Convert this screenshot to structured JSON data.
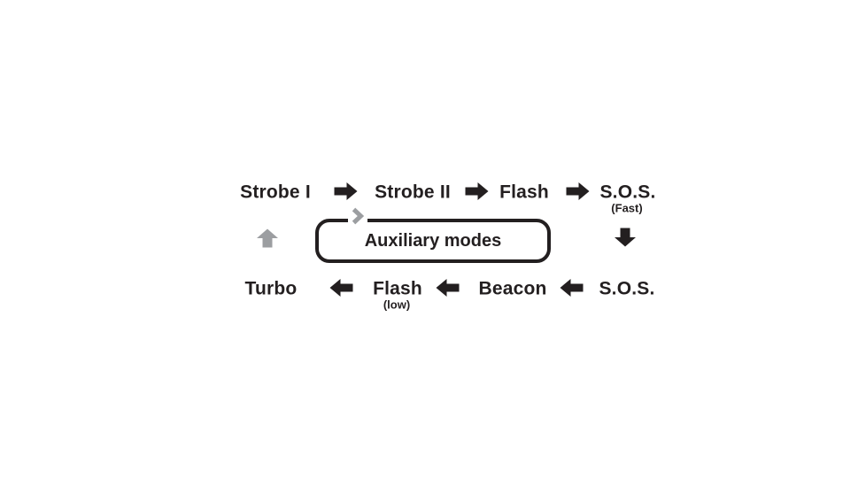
{
  "colors": {
    "ink": "#231f20",
    "gray": "#9c9ea1",
    "background": "#ffffff"
  },
  "aux_box": {
    "label": "Auxiliary modes"
  },
  "top_row": {
    "items": [
      {
        "label": "Strobe I"
      },
      {
        "label": "Strobe II"
      },
      {
        "label": "Flash"
      },
      {
        "label": "S.O.S.",
        "sub": "(Fast)"
      }
    ]
  },
  "bottom_row": {
    "items": [
      {
        "label": "Turbo"
      },
      {
        "label": "Flash",
        "sub": "(low)"
      },
      {
        "label": "Beacon"
      },
      {
        "label": "S.O.S."
      }
    ]
  },
  "icons": {
    "next": "arrow-right-icon",
    "previous": "arrow-left-icon",
    "cycle_up": "arrow-up-icon",
    "cycle_down": "arrow-down-icon",
    "flow_marker": "chevron-right-icon"
  }
}
